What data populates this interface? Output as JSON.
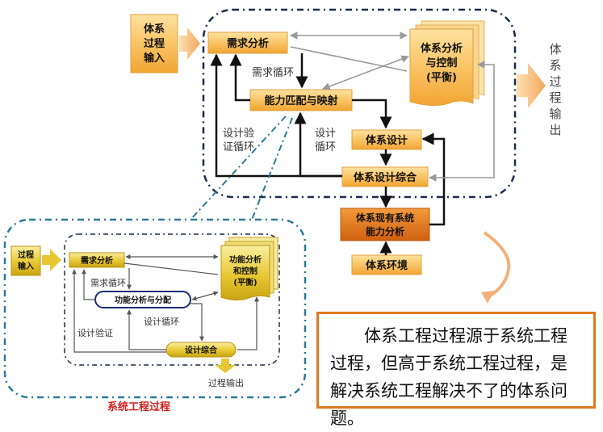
{
  "colors": {
    "navy": "#1a2b4c",
    "teal": "#2a7a9a",
    "orange_border": "#e0781e",
    "box_light": "#fcd88a",
    "box_mid": "#f6b042",
    "box_dark": "#e37a1a",
    "gold_light": "#f7e58a",
    "gold_dark": "#c9a414",
    "arrow_fill": "#f6c07a",
    "gray_line": "#a0a0a0"
  },
  "top": {
    "input": [
      "体系",
      "过程",
      "输入"
    ],
    "requirements": "需求分析",
    "analysis_control": [
      "体系分析",
      "与控制",
      "(平衡)"
    ],
    "capability_match": "能力匹配与映射",
    "requirements_loop": "需求循环",
    "verification_loop": [
      "设计验",
      "证循环"
    ],
    "design_loop": [
      "设计",
      "循环"
    ],
    "system_design": "体系设计",
    "design_synthesis": "体系设计综合",
    "existing_capability": [
      "体系现有系统",
      "能力分析"
    ],
    "environment": "体系环境",
    "output": [
      "体",
      "系",
      "过",
      "程",
      "输",
      "出"
    ]
  },
  "bottom": {
    "input": [
      "过程",
      "输入"
    ],
    "requirements": "需求分析",
    "analysis_control": [
      "功能分析",
      "和控制",
      "(平衡)"
    ],
    "function_allocation": "功能分析与分配",
    "requirements_loop": "需求循环",
    "design_loop": "设计循环",
    "verification": "设计验证",
    "design_synthesis": "设计综合",
    "output": "过程输出",
    "caption": "系统工程过程"
  },
  "conclusion": "体系工程过程源于系统工程过程，但高于系统工程过程，是解决系统工程解决不了的体系问题。"
}
